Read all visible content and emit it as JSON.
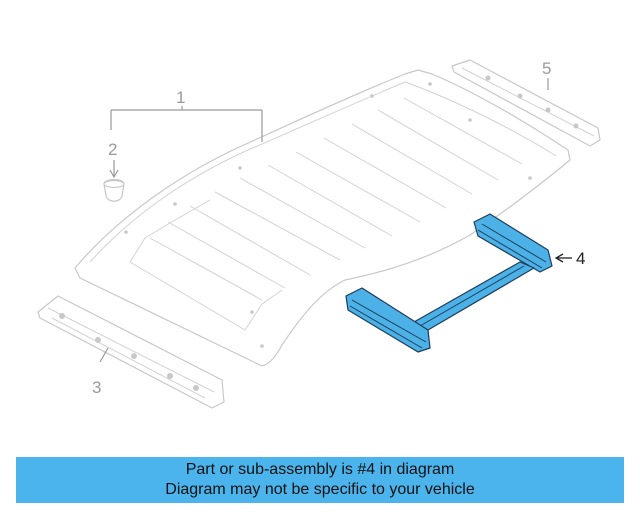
{
  "callouts": [
    {
      "number": "1"
    },
    {
      "number": "2"
    },
    {
      "number": "3"
    },
    {
      "number": "4"
    },
    {
      "number": "5"
    }
  ],
  "banner": {
    "line1": "Part or sub-assembly is #4 in diagram",
    "line2": "Diagram may not be specific to your vehicle"
  },
  "colors": {
    "highlight": "#4cb1e6",
    "banner": "#4bb4ec"
  }
}
